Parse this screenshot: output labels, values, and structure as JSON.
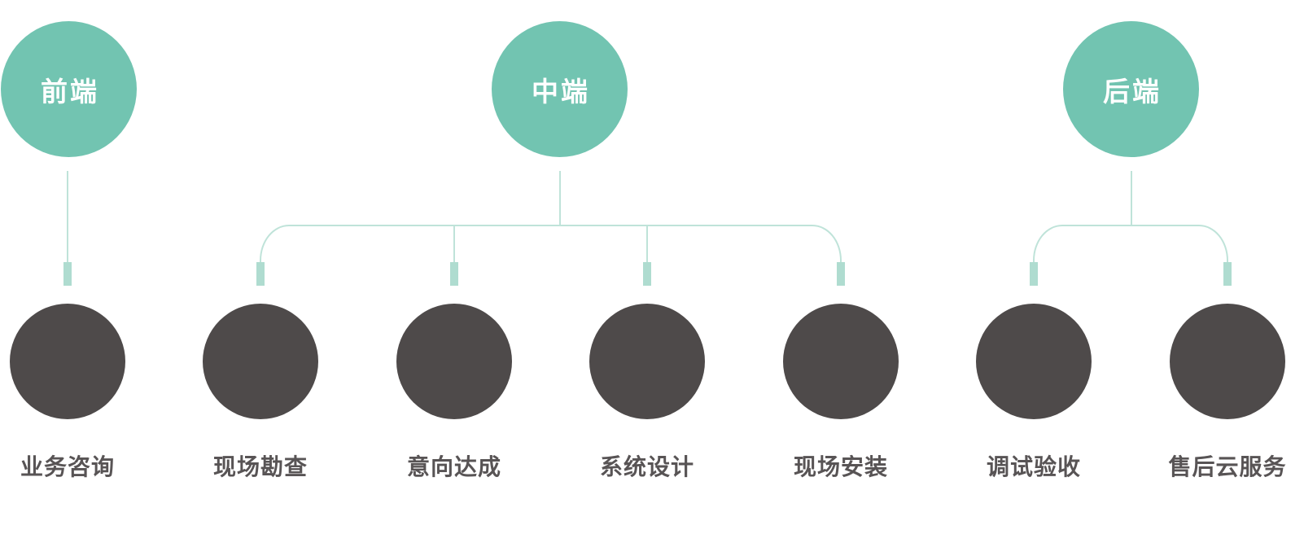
{
  "palette": {
    "background": "#ffffff",
    "stage_fill": "#72c4b1",
    "stage_text": "#ffffff",
    "connector_line": "#bfe3d9",
    "connector_tick": "#afdcd0",
    "step_fill": "#4e4a4a",
    "step_label": "#585455"
  },
  "stages": [
    {
      "label": "前端",
      "steps": [
        "业务咨询"
      ]
    },
    {
      "label": "中端",
      "steps": [
        "现场勘查",
        "意向达成",
        "系统设计",
        "现场安装"
      ]
    },
    {
      "label": "后端",
      "steps": [
        "调试验收",
        "售后云服务"
      ]
    }
  ]
}
